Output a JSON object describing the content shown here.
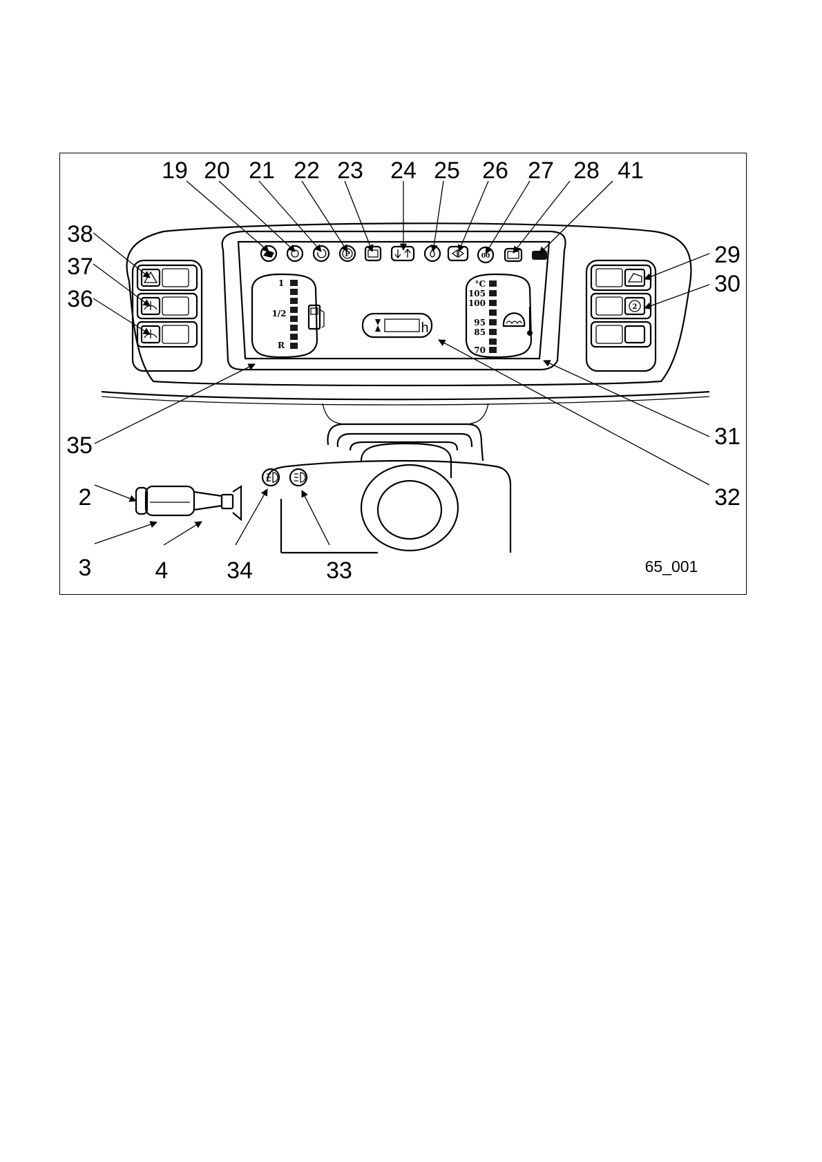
{
  "figure": {
    "id": "65_001",
    "callouts_top": [
      "19",
      "20",
      "21",
      "22",
      "23",
      "24",
      "25",
      "26",
      "27",
      "28",
      "41"
    ],
    "callouts_left": [
      "38",
      "37",
      "36"
    ],
    "callouts_right": [
      "29",
      "30"
    ],
    "callouts_lower_right": [
      "31",
      "32"
    ],
    "callout_35": "35",
    "callouts_bottom": [
      "2",
      "3",
      "4",
      "34",
      "33"
    ],
    "fuel_gauge": {
      "labels": [
        "1",
        "1/2",
        "R"
      ]
    },
    "hour_meter": {
      "unit": "h"
    },
    "temp_gauge": {
      "labels": [
        "°C",
        "105",
        "100",
        "95",
        "85",
        "70"
      ]
    }
  }
}
